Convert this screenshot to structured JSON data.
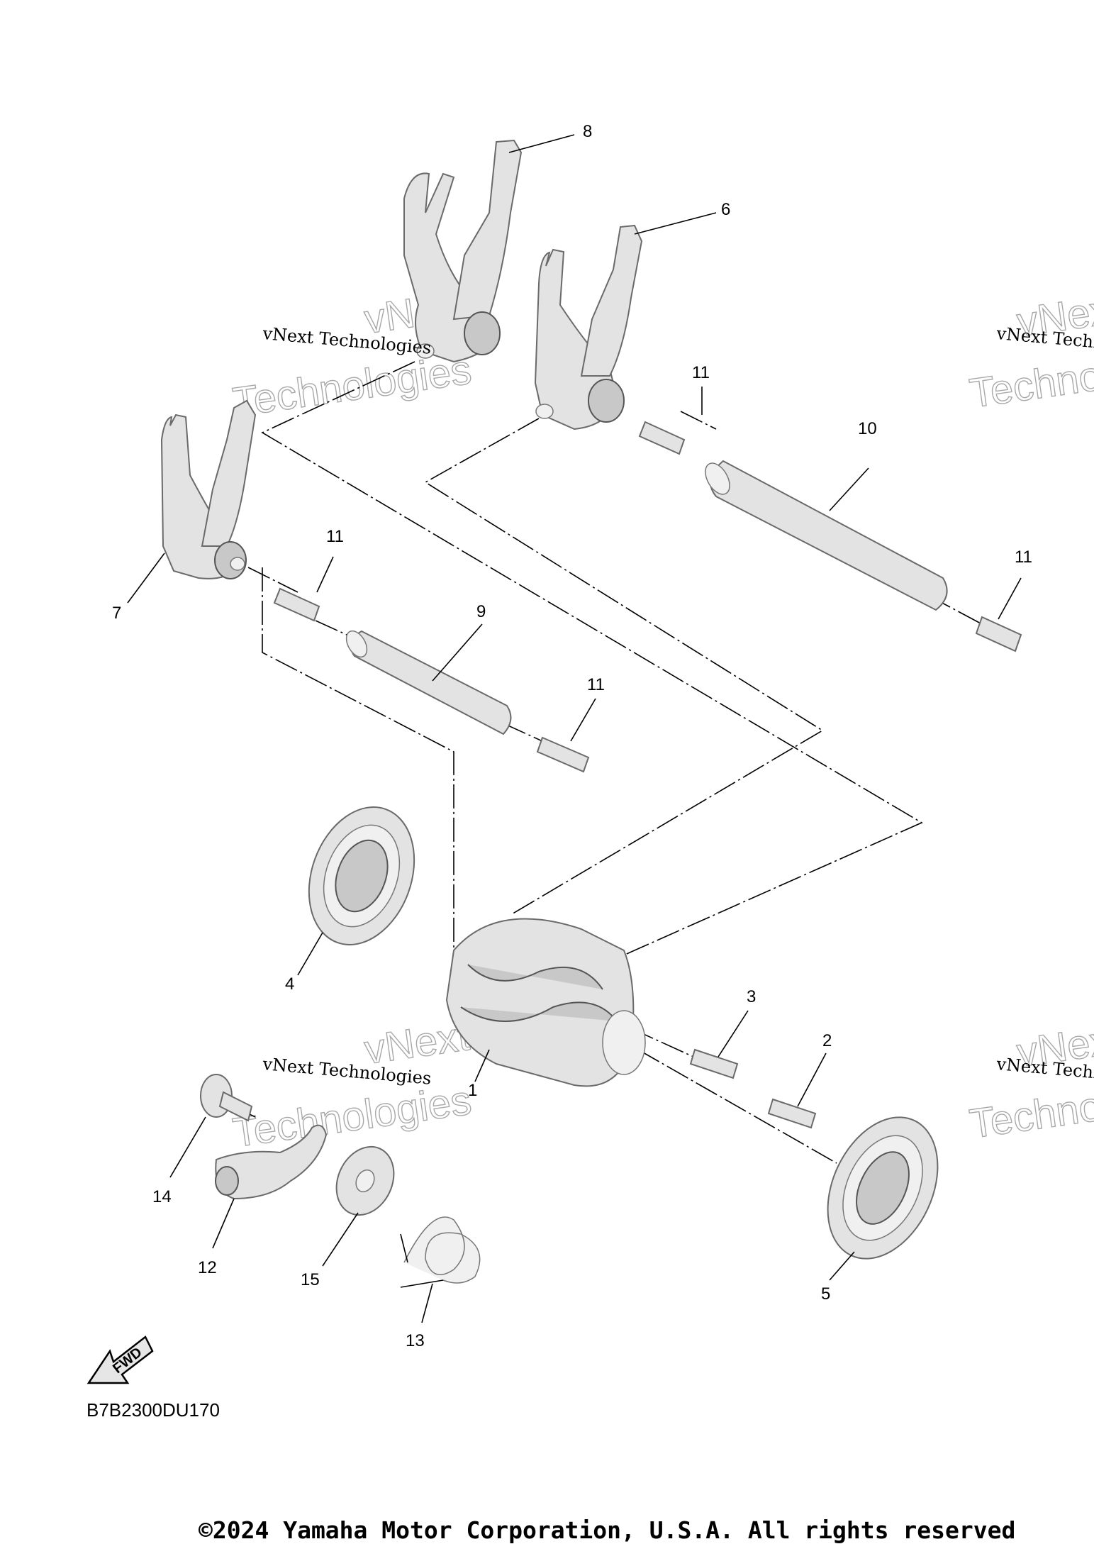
{
  "diagram": {
    "callouts": [
      {
        "id": "c1",
        "label": "1"
      },
      {
        "id": "c2",
        "label": "2"
      },
      {
        "id": "c3",
        "label": "3"
      },
      {
        "id": "c4",
        "label": "4"
      },
      {
        "id": "c5",
        "label": "5"
      },
      {
        "id": "c6",
        "label": "6"
      },
      {
        "id": "c7",
        "label": "7"
      },
      {
        "id": "c8",
        "label": "8"
      },
      {
        "id": "c9",
        "label": "9"
      },
      {
        "id": "c10",
        "label": "10"
      },
      {
        "id": "c11a",
        "label": "11"
      },
      {
        "id": "c11b",
        "label": "11"
      },
      {
        "id": "c11c",
        "label": "11"
      },
      {
        "id": "c11d",
        "label": "11"
      },
      {
        "id": "c12",
        "label": "12"
      },
      {
        "id": "c13",
        "label": "13"
      },
      {
        "id": "c14",
        "label": "14"
      },
      {
        "id": "c15",
        "label": "15"
      }
    ],
    "fwd_label": "FWD",
    "diagram_code": "B7B2300DU170"
  },
  "watermark": {
    "line": "vNext Technologies",
    "big_word_1": "vNext",
    "big_word_2": "Technologies"
  },
  "footer": {
    "copyright": "©2024 Yamaha Motor Corporation, U.S.A. All rights reserved"
  }
}
